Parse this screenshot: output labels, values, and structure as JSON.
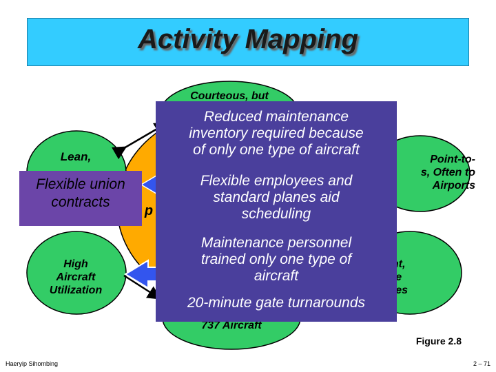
{
  "title": "Activity Mapping",
  "ovals": {
    "top": "Courteous, but",
    "left": "Lean,",
    "right": "Point-to-\ns, Often to\nAirports",
    "bottom_left": "High\nAircraft\nUtilization",
    "bottom_right": "ent,\nble\nules",
    "bottom": "737 Aircraft",
    "left_fragment": "p"
  },
  "overlay": {
    "line1": "Reduced maintenance\ninventory required because\nof only one type of aircraft",
    "line2": "Flexible employees and\nstandard planes aid\nscheduling",
    "line3": "Maintenance personnel\ntrained only one type of\naircraft",
    "line4": "20-minute gate turnarounds"
  },
  "union_box": "Flexible union\ncontracts",
  "figure_label": "Figure 2.8",
  "author": "Haeryip Sihombing",
  "page_number": "2 – 71",
  "colors": {
    "title_bg": "#33ccff",
    "oval_green": "#33cc66",
    "center_orange": "#ffaa00",
    "overlay_purple": "#4a3f9c",
    "union_purple": "#6b45a8",
    "arrow_blue": "#3355ee"
  }
}
